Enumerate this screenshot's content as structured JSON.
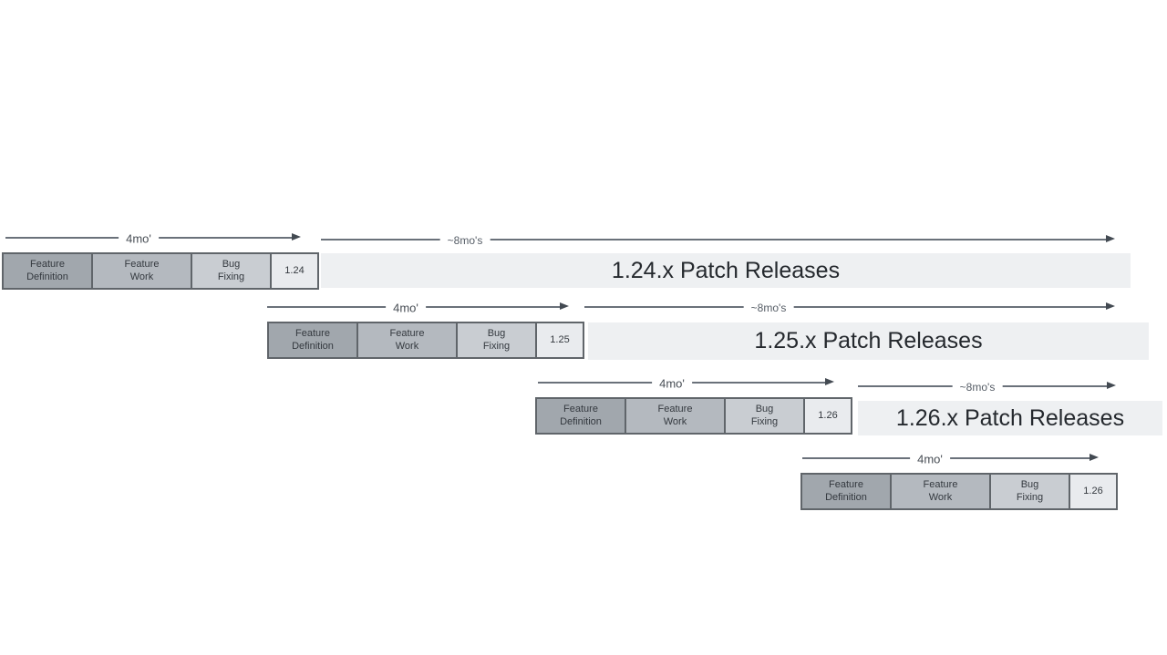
{
  "diagram": {
    "description": "Release cycle timeline diagram with four overlapping release trains",
    "arrow_labels": {
      "dev_duration": "4mo'",
      "patch_duration": "~8mo's"
    },
    "rows": [
      {
        "dev_arrow_label": "4mo'",
        "patch_arrow_label": "~8mo's",
        "phases": [
          "Feature\nDefinition",
          "Feature\nWork",
          "Bug\nFixing"
        ],
        "version": "1.24",
        "patch_bar_label": "1.24.x Patch Releases"
      },
      {
        "dev_arrow_label": "4mo'",
        "patch_arrow_label": "~8mo's",
        "phases": [
          "Feature\nDefinition",
          "Feature\nWork",
          "Bug\nFixing"
        ],
        "version": "1.25",
        "patch_bar_label": "1.25.x Patch Releases"
      },
      {
        "dev_arrow_label": "4mo'",
        "patch_arrow_label": "~8mo's",
        "phases": [
          "Feature\nDefinition",
          "Feature\nWork",
          "Bug\nFixing"
        ],
        "version": "1.26",
        "patch_bar_label": "1.26.x Patch Releases"
      },
      {
        "dev_arrow_label": "4mo'",
        "phases": [
          "Feature\nDefinition",
          "Feature\nWork",
          "Bug\nFixing"
        ],
        "version": "1.26"
      }
    ],
    "colors": {
      "background": "#ffffff",
      "feature_definition_fill": "#a1a7ad",
      "feature_work_fill": "#b4b9bf",
      "bug_fixing_fill": "#c9cdd2",
      "version_box_fill": "#e9ebee",
      "patch_bar_fill": "#eef0f2",
      "box_border": "#60656a",
      "arrow_line": "#6a717a",
      "text": "#25292e"
    }
  }
}
